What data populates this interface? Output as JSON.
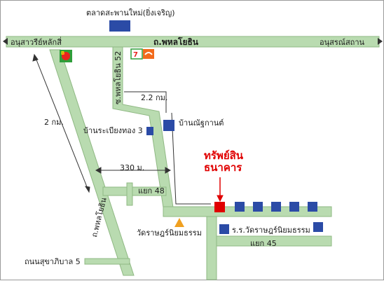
{
  "colors": {
    "road_fill": "#b9dbb0",
    "road_edge": "#8fb883",
    "building": "#2b4ba6",
    "target": "#e00000",
    "temple": "#f0a020",
    "line": "#333333"
  },
  "labels": {
    "market": "ตลาดสะพานใหม่(ยิ่งเจริญ)",
    "main_road": "ถ.พหลโยธิน",
    "monument_left": "อนุสาวรีย์หลักสี่",
    "monument_right": "อนุสรณ์สถาน",
    "soi52": "ซ.พหลโยธิน 52",
    "dist_22": "2.2 กม.",
    "dist_2": "2 กม.",
    "ban_rabieng": "บ้านระเบียงทอง 3",
    "ban_nanthakan": "บ้านณัฐกานต์",
    "dist_330": "330 ม.",
    "yaek48": "แยก 48",
    "target_line1": "ทรัพย์สิน",
    "target_line2": "ธนาคาร",
    "temple": "วัดราษฎร์นิยมธรรม",
    "school": "ร.ร.วัดราษฎร์นิยมธรรม",
    "yaek45": "แยก 45",
    "sukhaphiban": "ถนนสุขาภิบาล 5",
    "phahon_diag": "ถ.พหลโยธิน"
  },
  "icons": {
    "bigc": "bigc-logo-icon",
    "seven": "seven-eleven-logo-icon",
    "temple": "temple-triangle-icon"
  }
}
